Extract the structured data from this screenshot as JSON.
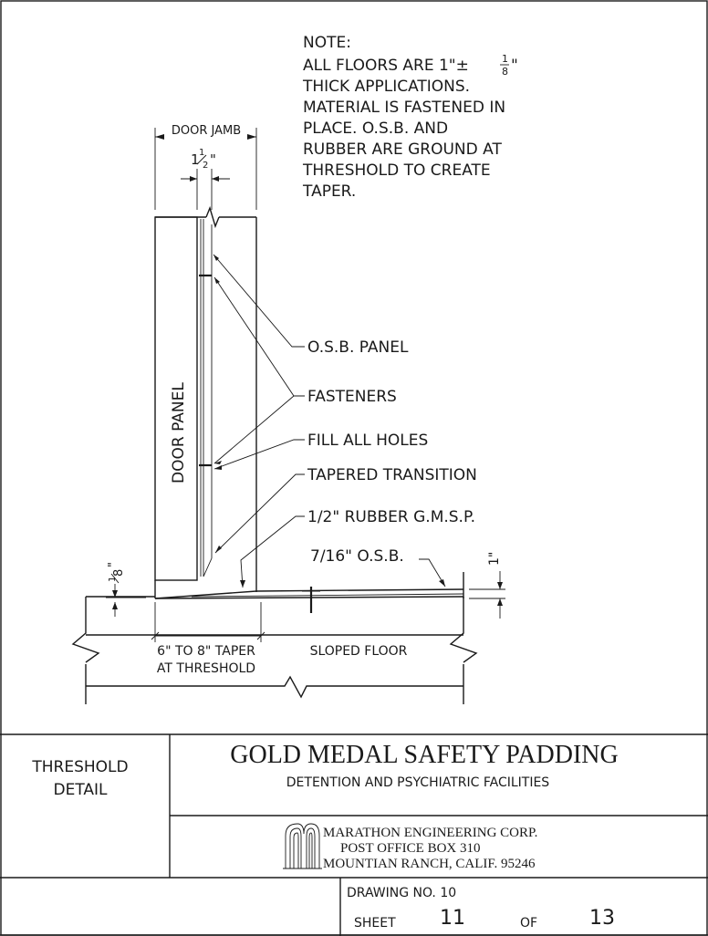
{
  "note": {
    "heading": "NOTE:",
    "line1_prefix": "ALL FLOORS ARE 1",
    "line1_tol": "\"±",
    "line1_frac_num": "1",
    "line1_frac_den": "8",
    "line1_suffix": "\"",
    "lines": [
      "THICK APPLICATIONS.",
      "MATERIAL IS FASTENED IN",
      "PLACE. O.S.B. AND",
      "RUBBER ARE GROUND AT",
      "THRESHOLD TO CREATE",
      "TAPER."
    ]
  },
  "dimensions": {
    "door_jamb": "DOOR JAMB",
    "jamb_whole": "1",
    "jamb_frac_num": "1",
    "jamb_frac_den": "2",
    "jamb_inch": "\"",
    "left_eighth_num": "1",
    "left_eighth_den": "8",
    "left_eighth_inch": "\"",
    "right_inch": "1\"",
    "taper_line1": "6\" TO 8\" TAPER",
    "taper_line2": "AT THRESHOLD",
    "sloped_floor": "SLOPED FLOOR"
  },
  "labels": {
    "door_panel": "DOOR PANEL",
    "osb_panel": "O.S.B. PANEL",
    "fasteners": "FASTENERS",
    "fill_holes": "FILL ALL HOLES",
    "tapered_transition": "TAPERED TRANSITION",
    "rubber": "1/2\" RUBBER G.M.S.P.",
    "osb": "7/16\" O.S.B."
  },
  "title_block": {
    "detail_line1": "THRESHOLD",
    "detail_line2": "DETAIL",
    "company_title": "GOLD MEDAL SAFETY PADDING",
    "subtitle": "DETENTION AND PSYCHIATRIC FACILITIES",
    "engineer_line1": "MARATHON ENGINEERING CORP.",
    "engineer_line2": "POST OFFICE BOX 310",
    "engineer_line3": "MOUNTIAN RANCH, CALIF. 95246",
    "drawing_no_label": "DRAWING NO. 10",
    "sheet_label": "SHEET",
    "sheet_number": "11",
    "of_label": "OF",
    "sheet_total": "13"
  },
  "colors": {
    "ink": "#1a1a1a",
    "paper": "#ffffff",
    "fastener": "#7a4a4a"
  }
}
